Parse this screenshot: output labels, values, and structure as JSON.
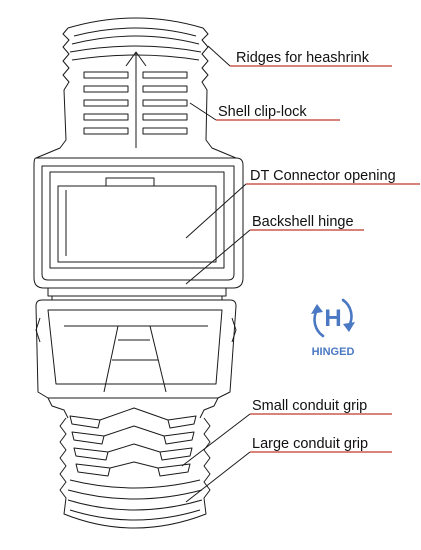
{
  "callouts": [
    {
      "id": "ridges",
      "label": "Ridges for heashrink"
    },
    {
      "id": "clip-lock",
      "label": "Shell clip-lock"
    },
    {
      "id": "dt-opening",
      "label": "DT Connector opening"
    },
    {
      "id": "hinge",
      "label": "Backshell hinge"
    },
    {
      "id": "small-grip",
      "label": "Small conduit grip"
    },
    {
      "id": "large-grip",
      "label": "Large conduit grip"
    }
  ],
  "badge": {
    "letter": "H",
    "caption": "HINGED",
    "icon": "hinge-rotate-icon",
    "color": "#4a78c2"
  },
  "colors": {
    "outline": "#1a1a1a",
    "leader": "#1a1a1a",
    "underline": "#c0392b"
  }
}
